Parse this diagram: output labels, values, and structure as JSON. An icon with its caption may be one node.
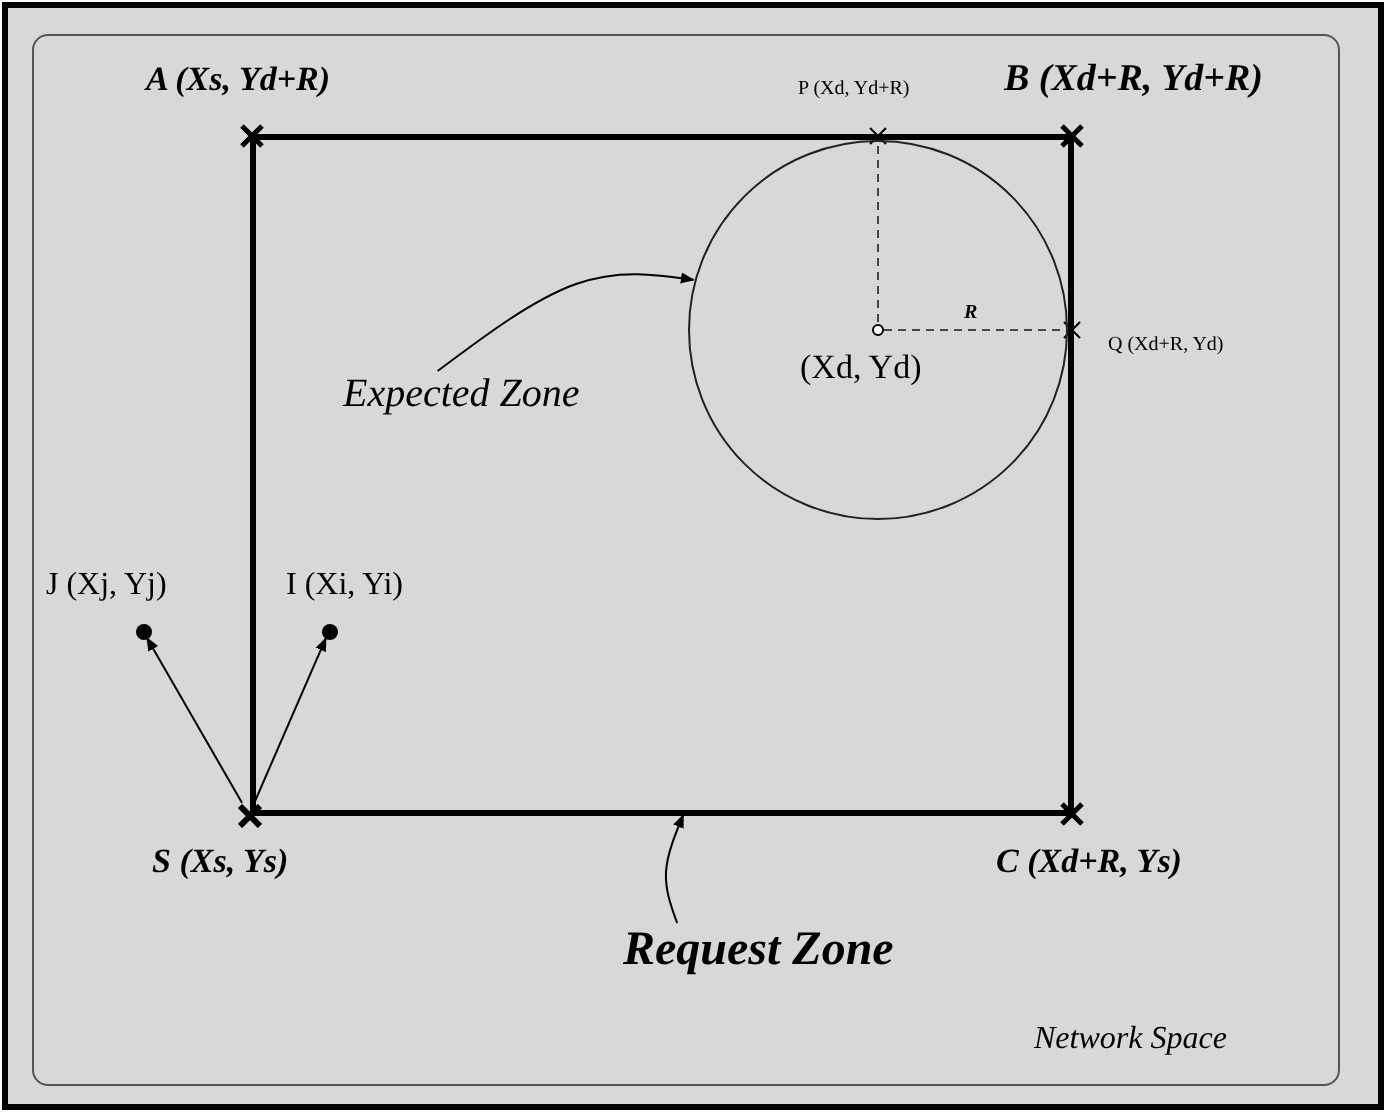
{
  "diagram": {
    "nodes": [
      {
        "text": [
          "Network Space"
        ]
      },
      {
        "text": [],
        "shape": "box",
        "in": 0
      },
      {
        "text": [],
        "shape": "circle",
        "in": 1
      },
      {
        "text": [
          "Expected Zone"
        ],
        "in": 1
      },
      {
        "text": [
          "Request Zone"
        ],
        "in": 0
      },
      {
        "text": [],
        "shape": "cross",
        "in": 0,
        "beside": [
          "S (Xs, Ys)"
        ]
      },
      {
        "text": [],
        "shape": "circle",
        "in": 0,
        "beside": [
          "J (Xj, Yj)"
        ]
      },
      {
        "text": [],
        "shape": "circle",
        "in": 1,
        "beside": [
          "I (Xi, Yi)"
        ]
      }
    ],
    "edges": [
      {
        "from": 3,
        "to": 2,
        "arrow": "to"
      },
      {
        "from": 4,
        "to": 1,
        "arrow": "to"
      },
      {
        "from": 5,
        "to": 6,
        "arrow": "to"
      },
      {
        "from": 5,
        "to": 7,
        "arrow": "to"
      }
    ],
    "labels": [
      "A (Xs, Yd+R)",
      "P (Xd, Yd+R)",
      "B (Xd+R, Yd+R)",
      "R",
      "Q (Xd+R, Yd)",
      "(Xd, Yd)",
      "C (Xd+R, Ys)"
    ]
  }
}
